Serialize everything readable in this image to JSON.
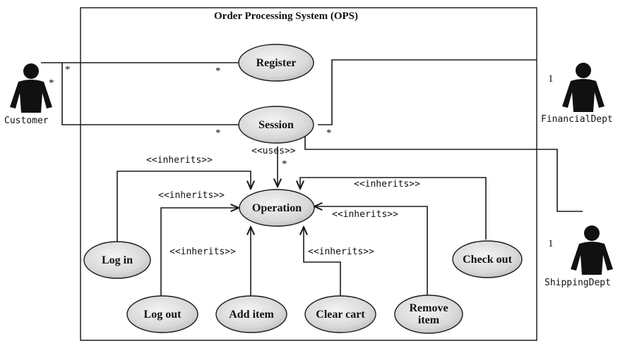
{
  "system": {
    "title": "Order Processing System (OPS)"
  },
  "actors": {
    "customer": "Customer",
    "financial": "FinancialDept",
    "shipping": "ShippingDept"
  },
  "use_cases": {
    "register": "Register",
    "session": "Session",
    "operation": "Operation",
    "login": "Log in",
    "logout": "Log out",
    "add_item": "Add item",
    "clear_cart": "Clear cart",
    "remove_item_1": "Remove",
    "remove_item_2": "item",
    "checkout": "Check out"
  },
  "relations": {
    "uses": "<<uses>>",
    "inherits": "<<inherits>>"
  },
  "multiplicities": {
    "many": "*",
    "one": "1"
  },
  "colors": {
    "ellipse_fill": "#dcdcdc",
    "line": "#1a1a1a",
    "actor": "#111111"
  }
}
